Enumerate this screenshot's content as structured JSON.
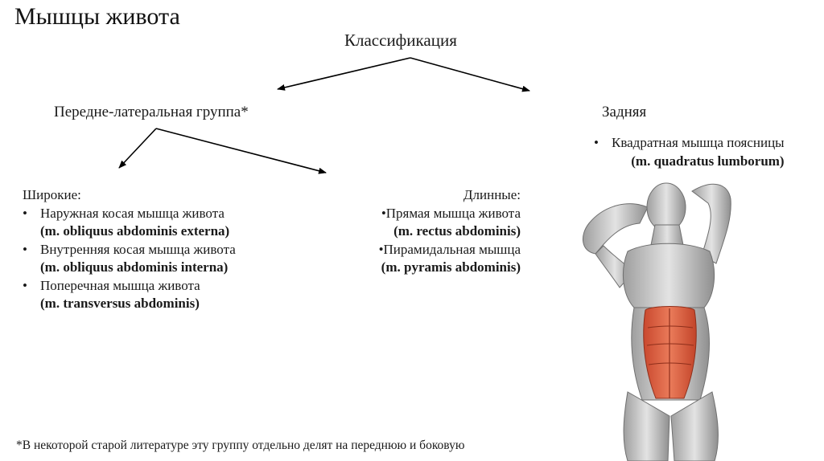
{
  "title": "Мышцы живота",
  "classification": "Классификация",
  "front_group": {
    "label": "Передне-латеральная группа*",
    "wide": {
      "heading": "Широкие:",
      "items": [
        {
          "ru": "Наружная косая мышца живота",
          "latin": "(m. obliquus abdominis externa)"
        },
        {
          "ru": "Внутренняя косая мышца живота",
          "latin": "(m. obliquus abdominis interna)"
        },
        {
          "ru": "Поперечная мышца живота",
          "latin": "(m. transversus abdominis)"
        }
      ]
    },
    "long": {
      "heading": "Длинные:",
      "items": [
        {
          "ru": "Прямая мышца живота",
          "latin": "(m. rectus abdominis)"
        },
        {
          "ru": "Пирамидальная мышца",
          "latin": "(m. pyramis abdominis)"
        }
      ]
    }
  },
  "back_group": {
    "label": "Задняя",
    "items": [
      {
        "ru": "Квадратная мышца поясницы",
        "latin": "(m. quadratus lumborum)"
      }
    ]
  },
  "footnote": "*В некоторой старой литературе эту группу отдельно делят на переднюю и боковую",
  "bullet": "•",
  "colors": {
    "text": "#1a1a1a",
    "arrow": "#000000",
    "muscle_grey": "#bdbdbd",
    "muscle_red": "#d8553a"
  },
  "icons": {
    "figure": "anatomy-torso-illustration"
  }
}
